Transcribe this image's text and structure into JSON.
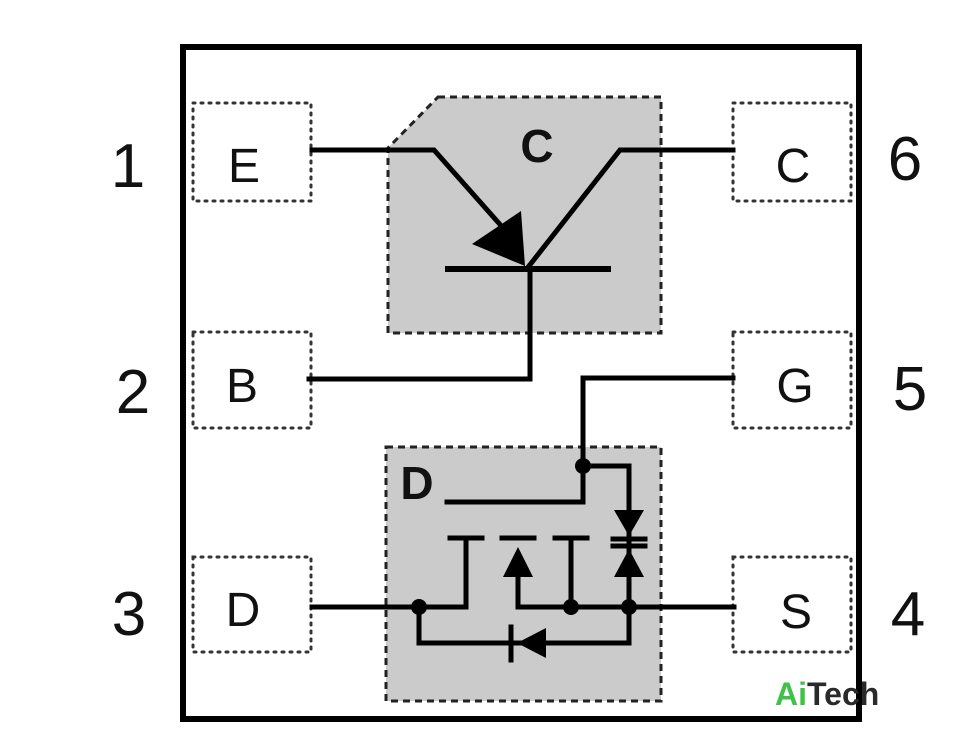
{
  "pins": [
    {
      "number": "1",
      "label": "E"
    },
    {
      "number": "2",
      "label": "B"
    },
    {
      "number": "3",
      "label": "D"
    },
    {
      "number": "4",
      "label": "S"
    },
    {
      "number": "5",
      "label": "G"
    },
    {
      "number": "6",
      "label": "C"
    }
  ],
  "dies": {
    "transistor_label": "C",
    "mosfet_label": "D"
  },
  "watermark": {
    "part1": "Ai",
    "part2": "Tech",
    "colors": {
      "part1": "#3fc24a",
      "part2": "#2a2a2a"
    }
  },
  "colors": {
    "die_fill": "#cbcbcb",
    "outline": "#000000"
  }
}
